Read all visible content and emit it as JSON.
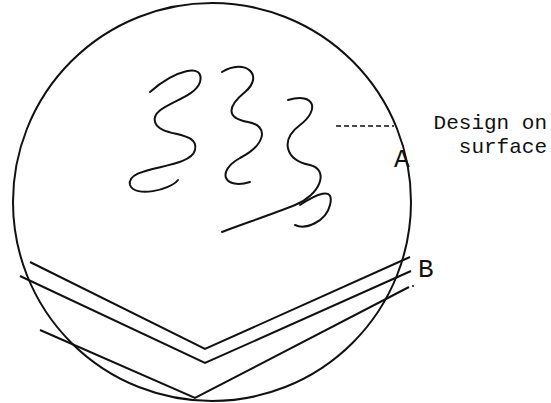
{
  "diagram": {
    "labels": [
      "Design on surface",
      "A",
      "B"
    ]
  }
}
